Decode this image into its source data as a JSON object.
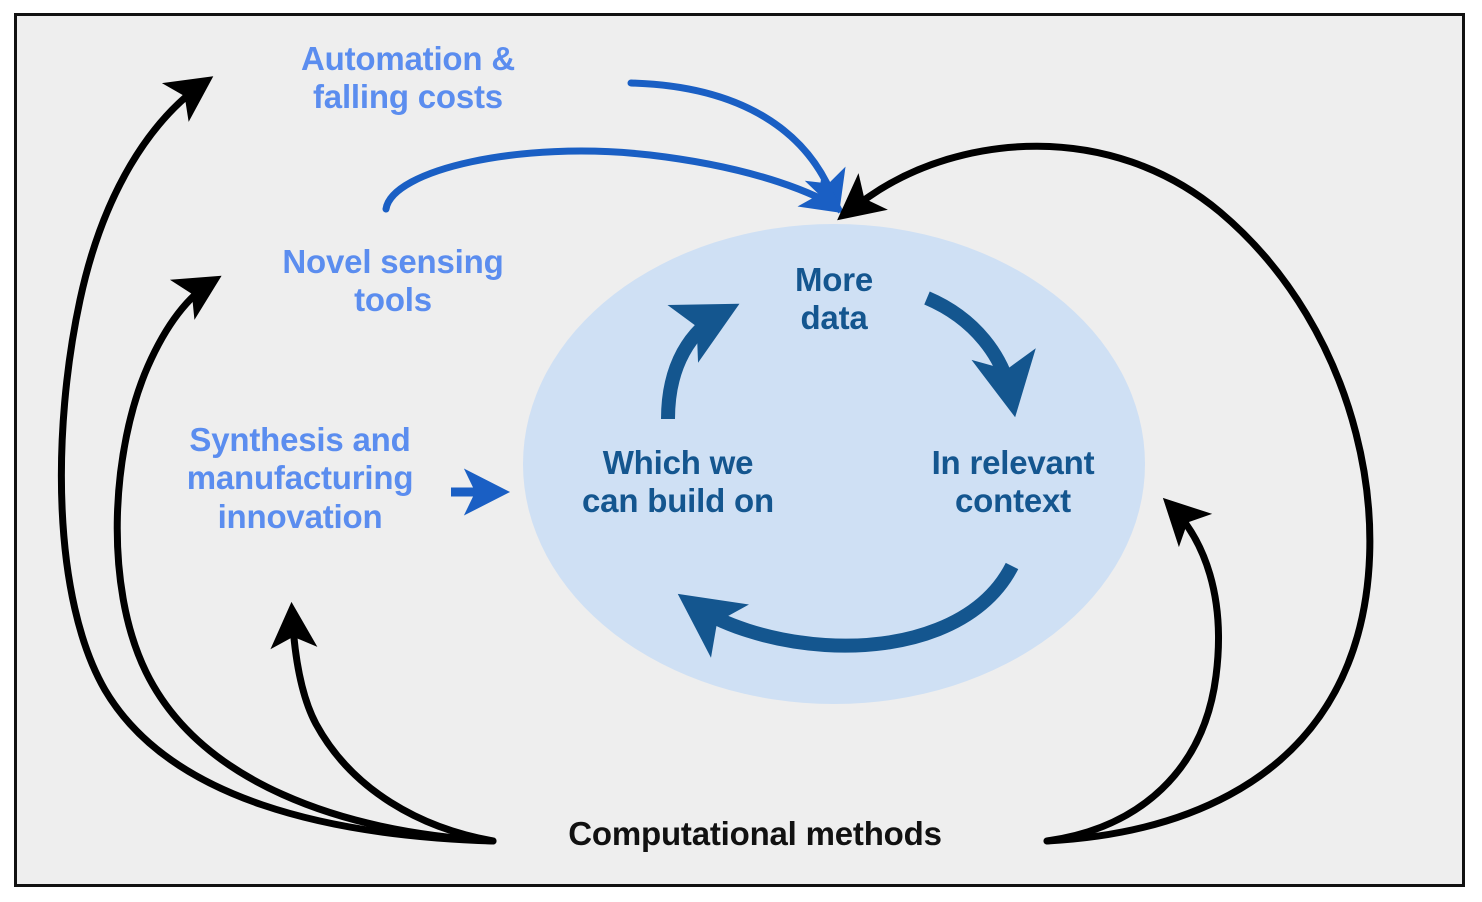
{
  "figure": {
    "kind": "virtuous-cycle-diagram",
    "background_color": "#eeeeee",
    "border_color": "#111111",
    "page_background": "#ffffff"
  },
  "cycle": {
    "ellipse_fill": "#cfe0f4",
    "text_color": "#14568f",
    "arrow_color": "#14568f",
    "nodes": [
      {
        "id": "more-data",
        "label": "More\ndata"
      },
      {
        "id": "in-relevant-context",
        "label": "In relevant\ncontext"
      },
      {
        "id": "which-we-can-build-on",
        "label": "Which we\ncan build on"
      }
    ],
    "edges": [
      {
        "from": "which-we-can-build-on",
        "to": "more-data"
      },
      {
        "from": "more-data",
        "to": "in-relevant-context"
      },
      {
        "from": "in-relevant-context",
        "to": "which-we-can-build-on"
      }
    ]
  },
  "drivers": {
    "text_color": "#5b8def",
    "arrow_color": "#1a5fc4",
    "items": [
      {
        "id": "automation",
        "label": "Automation &\nfalling costs",
        "feeds": "more-data"
      },
      {
        "id": "sensing",
        "label": "Novel sensing\ntools",
        "feeds": "more-data"
      },
      {
        "id": "synthesis",
        "label": "Synthesis and\nmanufacturing\ninnovation",
        "feeds": "which-we-can-build-on"
      }
    ]
  },
  "enabler": {
    "id": "computational-methods",
    "label": "Computational methods",
    "text_color": "#111111",
    "arrow_color": "#000000",
    "targets": [
      {
        "id": "automation",
        "label": "Automation & falling costs"
      },
      {
        "id": "sensing",
        "label": "Novel sensing tools"
      },
      {
        "id": "synthesis",
        "label": "Synthesis and manufacturing innovation"
      },
      {
        "id": "more-data",
        "label": "More data"
      },
      {
        "id": "in-relevant-context",
        "label": "In relevant context"
      }
    ]
  }
}
